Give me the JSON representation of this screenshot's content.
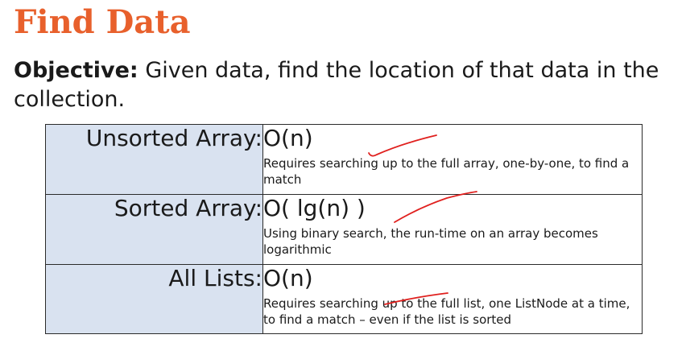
{
  "title": "Find Data",
  "objective": {
    "lead": "Objective:",
    "text": " Given data, find the location of that data in the collection."
  },
  "rows": [
    {
      "label": "Unsorted Array:",
      "complexity": "O(n)",
      "description": "Requires searching up to the full array, one-by-one, to find a match"
    },
    {
      "label": "Sorted Array:",
      "complexity": "O( lg(n) )",
      "description": "Using binary search, the run-time on an array becomes logarithmic"
    },
    {
      "label": "All Lists:",
      "complexity": "O(n)",
      "description": "Requires searching up to the full list, one ListNode at a time, to find a match – even if the list is sorted"
    }
  ],
  "colors": {
    "title": "#e8602c",
    "label_cell": "#d9e2f0",
    "annotation_ink": "#e0201e"
  }
}
